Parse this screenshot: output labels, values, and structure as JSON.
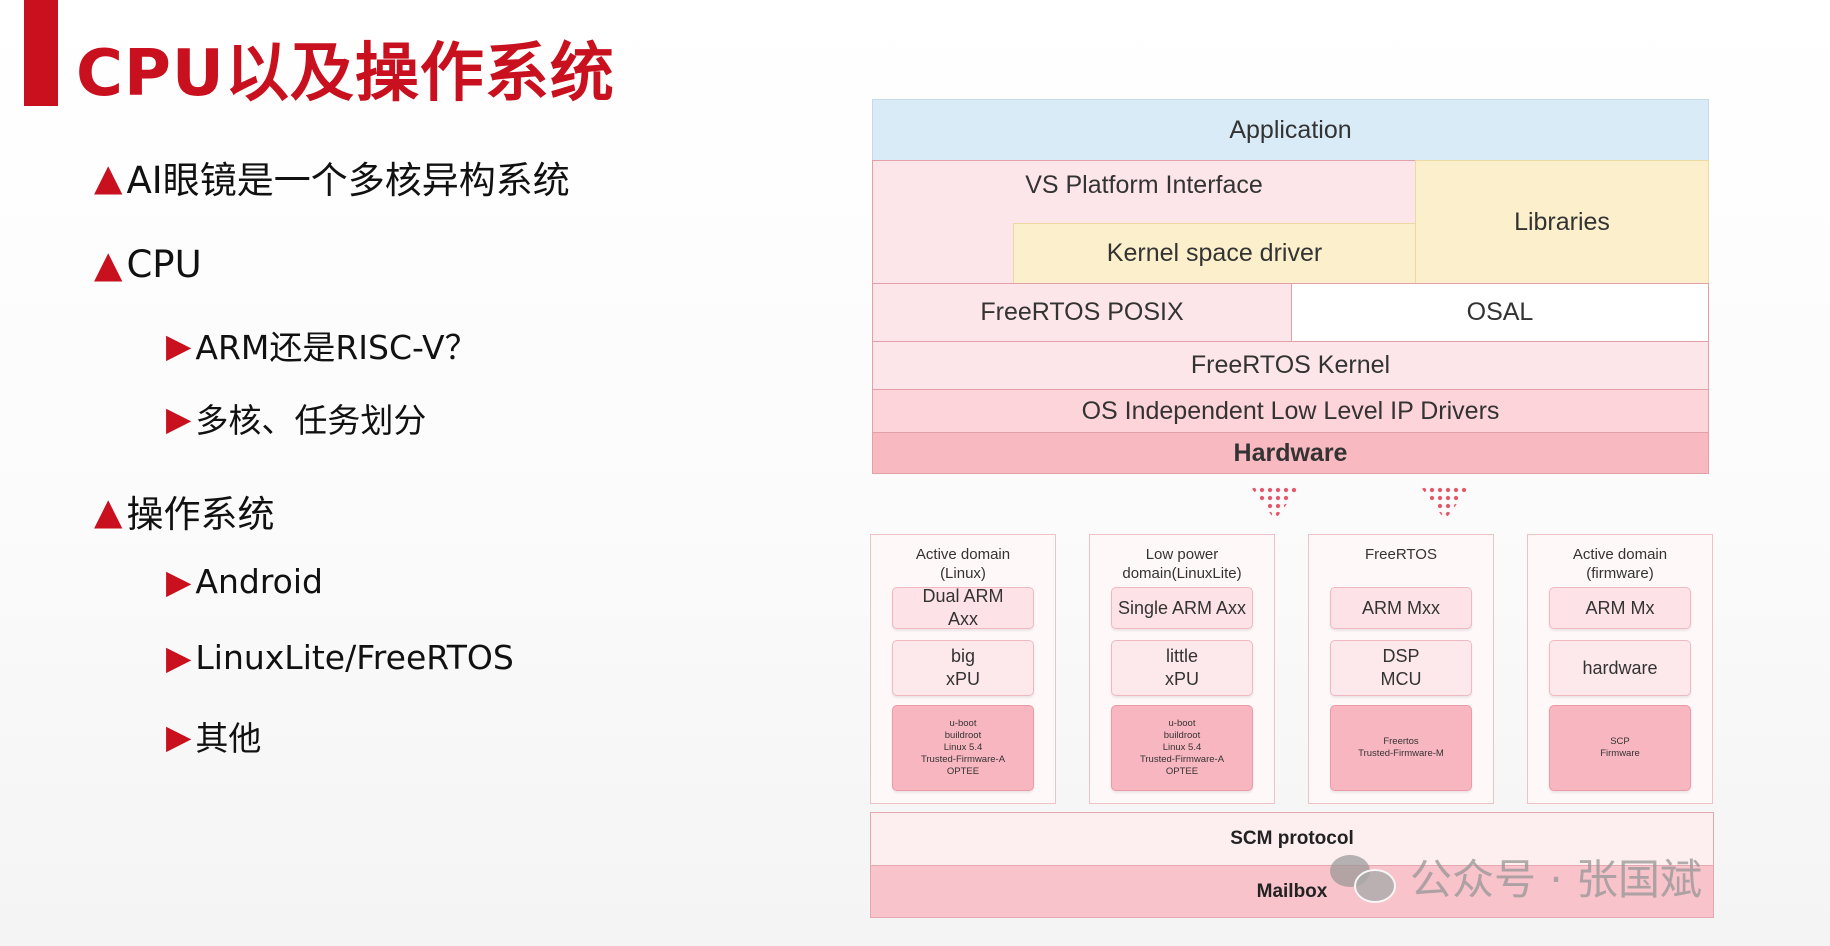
{
  "slide": {
    "title": "CPU以及操作系统",
    "bullets": [
      {
        "marker": "▲",
        "text": "AI眼镜是一个多核异构系统"
      },
      {
        "marker": "▲",
        "text": "CPU"
      },
      {
        "marker": "▶",
        "text": "ARM还是RISC-V？"
      },
      {
        "marker": "▶",
        "text": "多核、任务划分"
      },
      {
        "marker": "▲",
        "text": "操作系统"
      },
      {
        "marker": "▶",
        "text": "Android"
      },
      {
        "marker": "▶",
        "text": "LinuxLite/FreeRTOS"
      },
      {
        "marker": "▶",
        "text": "其他"
      }
    ]
  },
  "stack": {
    "application": "Application",
    "vs_platform_interface": "VS Platform Interface",
    "libraries": "Libraries",
    "kernel_space_driver": "Kernel space driver",
    "freertos_posix": "FreeRTOS POSIX",
    "osal": "OSAL",
    "freertos_kernel": "FreeRTOS Kernel",
    "os_independent_drivers": "OS Independent Low Level IP Drivers",
    "hardware": "Hardware"
  },
  "domains": [
    {
      "header": "Active domain\n(Linux)",
      "core": "Dual ARM\nAxx",
      "unit": "big\nxPU",
      "software": "u-boot\nbuildroot\nLinux 5.4\nTrusted-Firmware-A\nOPTEE"
    },
    {
      "header": "Low power\ndomain(LinuxLite)",
      "core": "Single ARM Axx",
      "unit": "little\nxPU",
      "software": "u-boot\nbuildroot\nLinux 5.4\nTrusted-Firmware-A\nOPTEE"
    },
    {
      "header": "FreeRTOS",
      "core": "ARM Mxx",
      "unit": "DSP\nMCU",
      "software": "Freertos\nTrusted-Firmware-M"
    },
    {
      "header": "Active domain\n(firmware)",
      "core": "ARM Mx",
      "unit": "hardware",
      "software": "SCP\nFirmware"
    }
  ],
  "bottom": {
    "scm_protocol": "SCM protocol",
    "mailbox": "Mailbox"
  },
  "watermark": {
    "text": "公众号 · 张国斌",
    "icon": "wechat-icon"
  },
  "colors": {
    "accent": "#c8101e",
    "app_blue": "#d9ebf7",
    "yellow": "#fcf0cc",
    "pink_light": "#fde6e9",
    "pink_mid": "#fcd4d9",
    "pink_dark": "#f9b9c1"
  }
}
